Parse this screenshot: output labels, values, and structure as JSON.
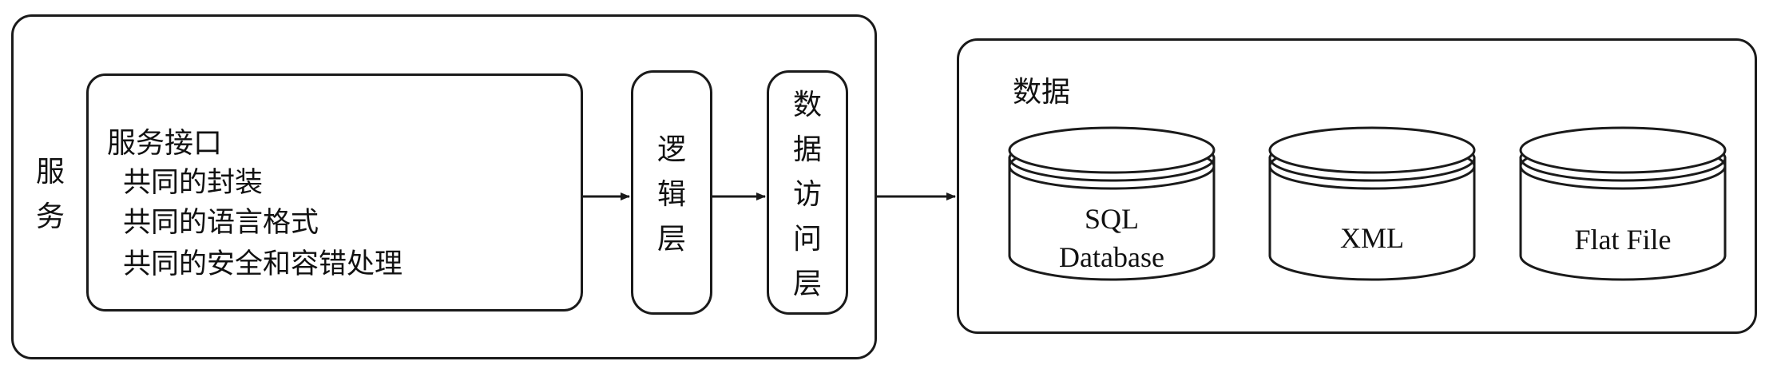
{
  "service_group": {
    "label_chars": [
      "服",
      "务"
    ]
  },
  "service_interface": {
    "title": "服务接口",
    "items": [
      "共同的封装",
      "共同的语言格式",
      "共同的安全和容错处理"
    ]
  },
  "logic_layer": {
    "chars": [
      "逻",
      "辑",
      "层"
    ]
  },
  "data_access_layer": {
    "chars": [
      "数",
      "据",
      "访",
      "问",
      "层"
    ]
  },
  "data_group": {
    "title": "数据",
    "stores": [
      {
        "line1": "SQL",
        "line2": "Database"
      },
      {
        "line1": "XML"
      },
      {
        "line1": "Flat File"
      }
    ]
  }
}
